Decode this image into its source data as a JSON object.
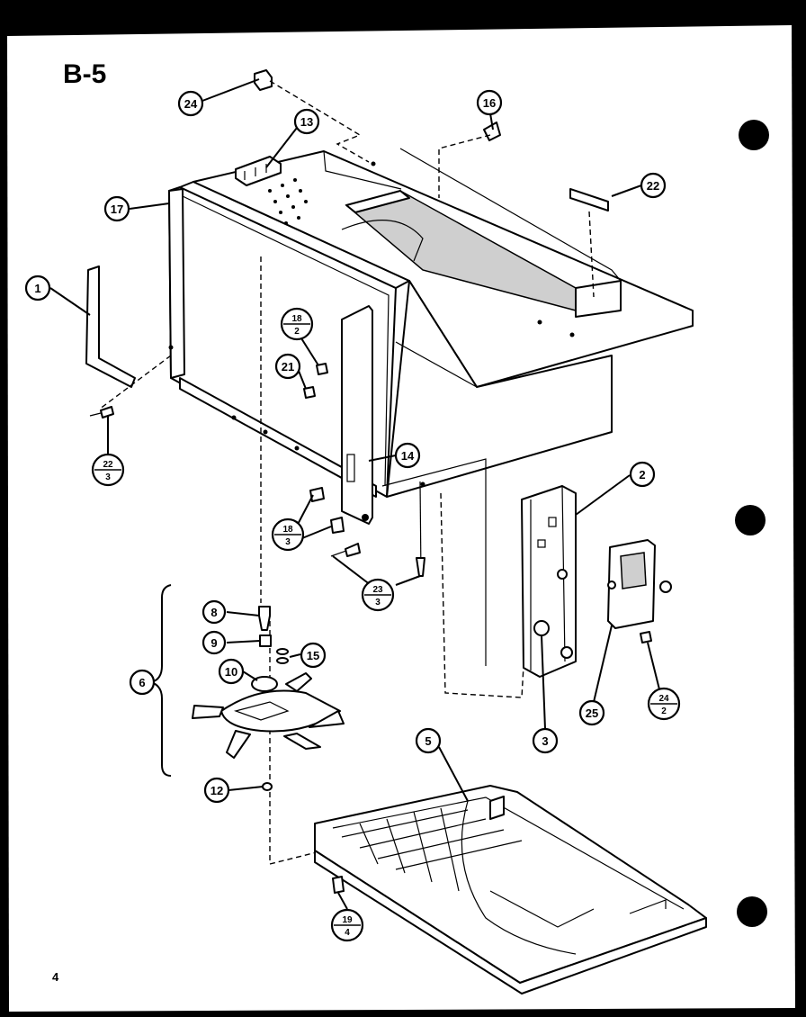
{
  "title": "B-5",
  "page_number": "4",
  "callouts": [
    {
      "label": "24"
    },
    {
      "label": "13"
    },
    {
      "label": "16"
    },
    {
      "label": "22"
    },
    {
      "label": "17"
    },
    {
      "label": "1"
    },
    {
      "label": "21"
    },
    {
      "label": "14"
    },
    {
      "label": "2"
    },
    {
      "label": "8"
    },
    {
      "label": "9"
    },
    {
      "label": "15"
    },
    {
      "label": "10"
    },
    {
      "label": "6"
    },
    {
      "label": "25"
    },
    {
      "label": "3"
    },
    {
      "label": "5"
    },
    {
      "label": "12"
    }
  ],
  "fraction_callouts": [
    {
      "part": "18",
      "qty": "2"
    },
    {
      "part": "22",
      "qty": "3"
    },
    {
      "part": "18",
      "qty": "3"
    },
    {
      "part": "23",
      "qty": "3"
    },
    {
      "part": "24",
      "qty": "2"
    },
    {
      "part": "19",
      "qty": "4"
    }
  ]
}
